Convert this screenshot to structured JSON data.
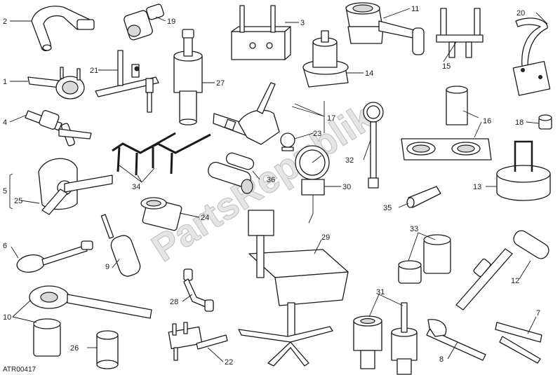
{
  "diagram": {
    "code": "ATR00417",
    "watermark": "PartsRepublik",
    "callouts": [
      {
        "id": "c1",
        "label": "1"
      },
      {
        "id": "c2",
        "label": "2"
      },
      {
        "id": "c3",
        "label": "3"
      },
      {
        "id": "c4",
        "label": "4"
      },
      {
        "id": "c5",
        "label": "5"
      },
      {
        "id": "c6",
        "label": "6"
      },
      {
        "id": "c7",
        "label": "7"
      },
      {
        "id": "c8",
        "label": "8"
      },
      {
        "id": "c9",
        "label": "9"
      },
      {
        "id": "c10",
        "label": "10"
      },
      {
        "id": "c11",
        "label": "11"
      },
      {
        "id": "c12",
        "label": "12"
      },
      {
        "id": "c13",
        "label": "13"
      },
      {
        "id": "c14",
        "label": "14"
      },
      {
        "id": "c15",
        "label": "15"
      },
      {
        "id": "c16",
        "label": "16"
      },
      {
        "id": "c17",
        "label": "17"
      },
      {
        "id": "c18",
        "label": "18"
      },
      {
        "id": "c19",
        "label": "19"
      },
      {
        "id": "c20",
        "label": "20"
      },
      {
        "id": "c21",
        "label": "21"
      },
      {
        "id": "c22",
        "label": "22"
      },
      {
        "id": "c23",
        "label": "23"
      },
      {
        "id": "c24",
        "label": "24"
      },
      {
        "id": "c25",
        "label": "25"
      },
      {
        "id": "c26",
        "label": "26"
      },
      {
        "id": "c27",
        "label": "27"
      },
      {
        "id": "c28",
        "label": "28"
      },
      {
        "id": "c29",
        "label": "29"
      },
      {
        "id": "c30",
        "label": "30"
      },
      {
        "id": "c31",
        "label": "31"
      },
      {
        "id": "c32",
        "label": "32"
      },
      {
        "id": "c33",
        "label": "33"
      },
      {
        "id": "c34",
        "label": "34"
      },
      {
        "id": "c35",
        "label": "35"
      },
      {
        "id": "c36",
        "label": "36"
      }
    ]
  }
}
